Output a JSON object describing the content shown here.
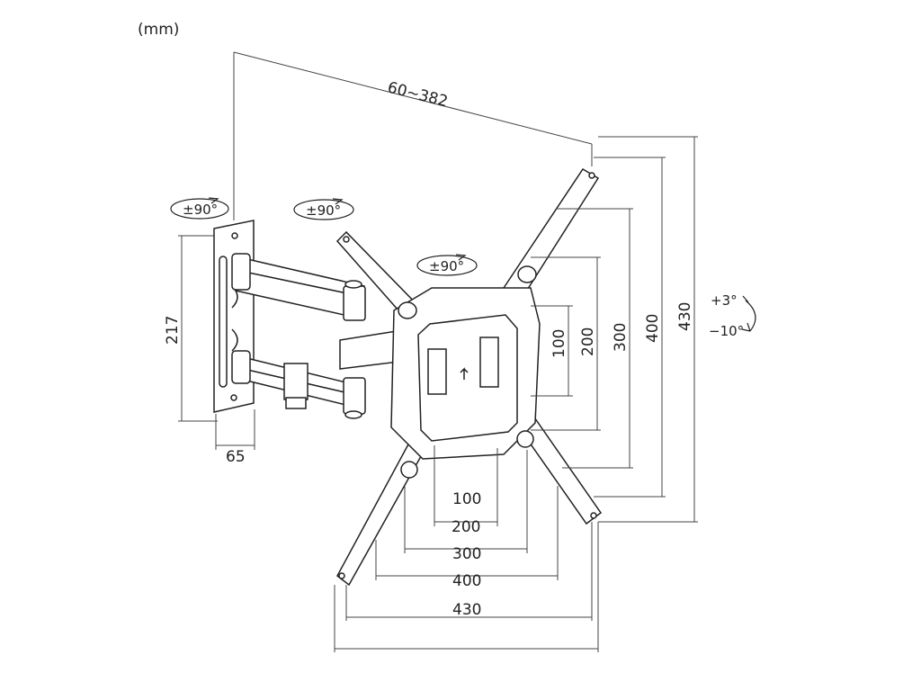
{
  "unit_label": "(mm)",
  "rotation": {
    "wall_plate": "±90°",
    "arm_joint": "±90°",
    "head": "±90°"
  },
  "tilt": {
    "up": "+3°",
    "down": "−10°"
  },
  "wall_plate": {
    "height": "217",
    "width": "65"
  },
  "extension": "60~382",
  "vesa_horizontal": [
    "100",
    "200",
    "300",
    "400",
    "430"
  ],
  "vesa_vertical": [
    "100",
    "200",
    "300",
    "400",
    "430"
  ]
}
